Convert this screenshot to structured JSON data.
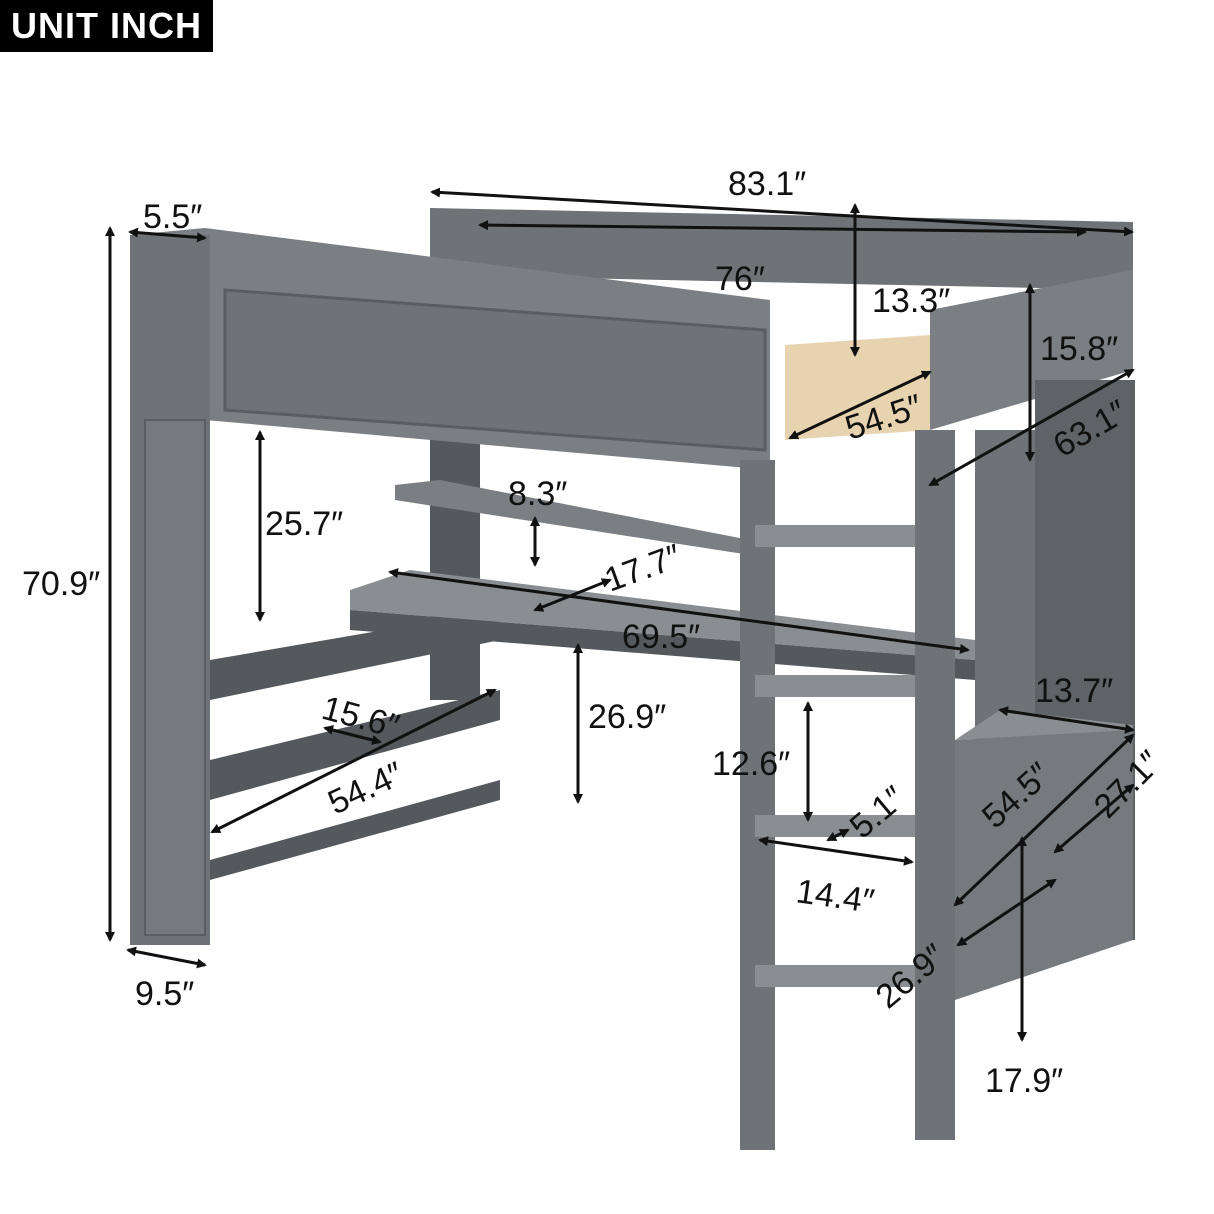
{
  "badge": "UNIT INCH",
  "colors": {
    "wood": "#6f7377",
    "wood_dark": "#55595d",
    "wood_light": "#8a8e92",
    "slats": "#e8d3b0",
    "badge_bg": "#000000"
  },
  "dimensions": {
    "overall_length": "83.1″",
    "post_width": "5.5″",
    "inner_length": "76″",
    "guardrail_height": "13.3″",
    "end_rail_height": "15.8″",
    "mattress_width": "54.5″",
    "overall_width": "63.1″",
    "overall_height": "70.9″",
    "under_bed_clearance": "25.7″",
    "shelf_gap": "8.3″",
    "desk_depth": "17.7″",
    "desk_length": "69.5″",
    "desk_height": "26.9″",
    "side_shelf_depth": "15.6″",
    "side_shelf_length": "54.4″",
    "step_gap": "12.6″",
    "cabinet_depth": "13.7″",
    "cabinet_length": "54.5″",
    "cabinet_height_top": "27.1″",
    "step_depth": "5.1″",
    "step_width": "14.4″",
    "cabinet_height": "26.9″",
    "cabinet_lower": "17.9″",
    "foot_depth": "9.5″"
  }
}
